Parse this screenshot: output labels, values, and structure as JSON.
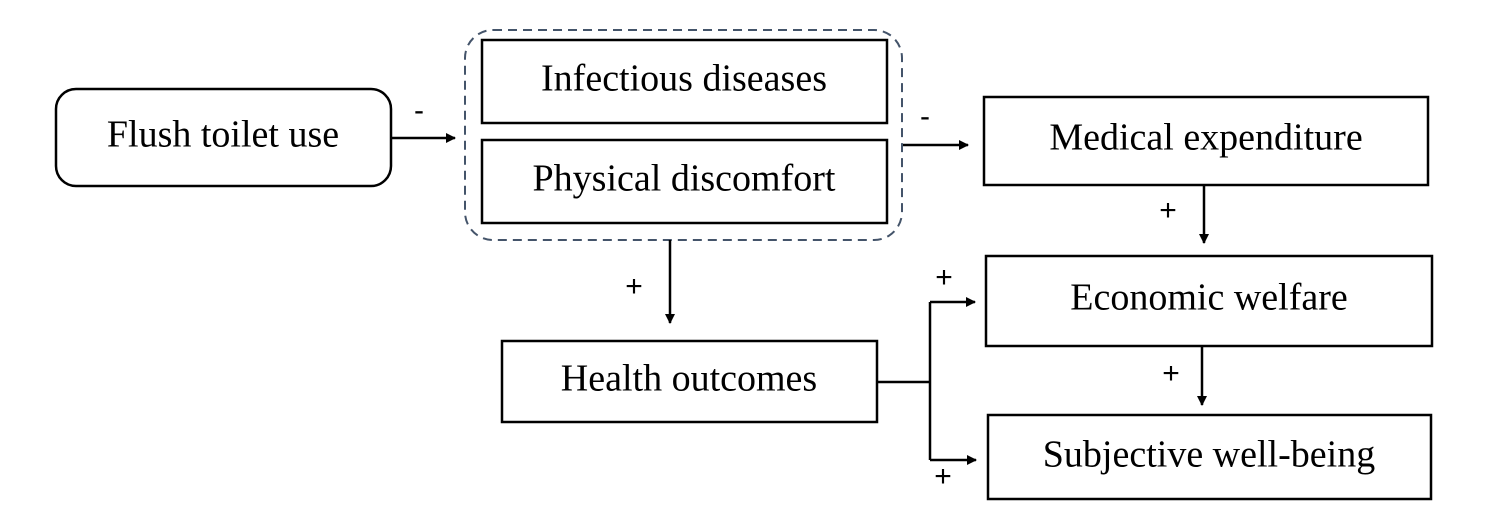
{
  "diagram": {
    "nodes": {
      "flush_toilet_use": "Flush toilet use",
      "infectious_diseases": "Infectious diseases",
      "physical_discomfort": "Physical discomfort",
      "medical_expenditure": "Medical expenditure",
      "health_outcomes": "Health outcomes",
      "economic_welfare": "Economic welfare",
      "subjective_well_being": "Subjective well-being"
    },
    "edges": [
      {
        "from": "Flush toilet use",
        "to": "Infectious diseases / Physical discomfort",
        "sign": "-"
      },
      {
        "from": "Infectious diseases / Physical discomfort",
        "to": "Medical expenditure",
        "sign": "-"
      },
      {
        "from": "Infectious diseases / Physical discomfort",
        "to": "Health outcomes",
        "sign": "+"
      },
      {
        "from": "Medical expenditure",
        "to": "Economic welfare",
        "sign": "+"
      },
      {
        "from": "Health outcomes",
        "to": "Economic welfare",
        "sign": "+"
      },
      {
        "from": "Health outcomes",
        "to": "Subjective well-being",
        "sign": "+"
      },
      {
        "from": "Economic welfare",
        "to": "Subjective well-being",
        "sign": "+"
      }
    ],
    "signs": {
      "toilet_to_group": "-",
      "group_to_medical": "-",
      "group_to_health": "+",
      "medical_to_economic": "+",
      "health_to_economic": "+",
      "health_to_wellbeing": "+",
      "economic_to_wellbeing": "+"
    }
  }
}
